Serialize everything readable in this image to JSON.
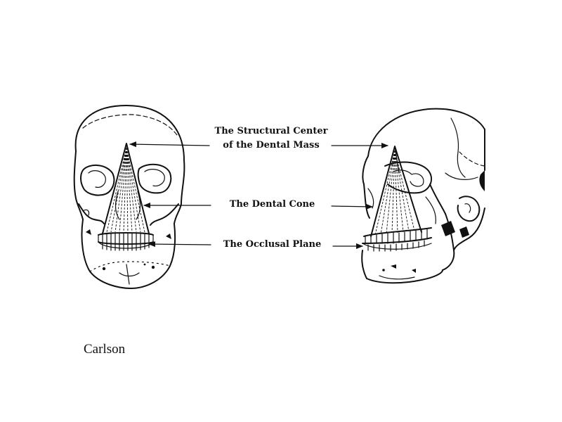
{
  "labels": {
    "structural_center_line1": "The Structural Center",
    "structural_center_line2": "of the Dental Mass",
    "dental_cone": "The Dental Cone",
    "occlusal_plane": "The Occlusal Plane"
  },
  "caption": "Carlson"
}
